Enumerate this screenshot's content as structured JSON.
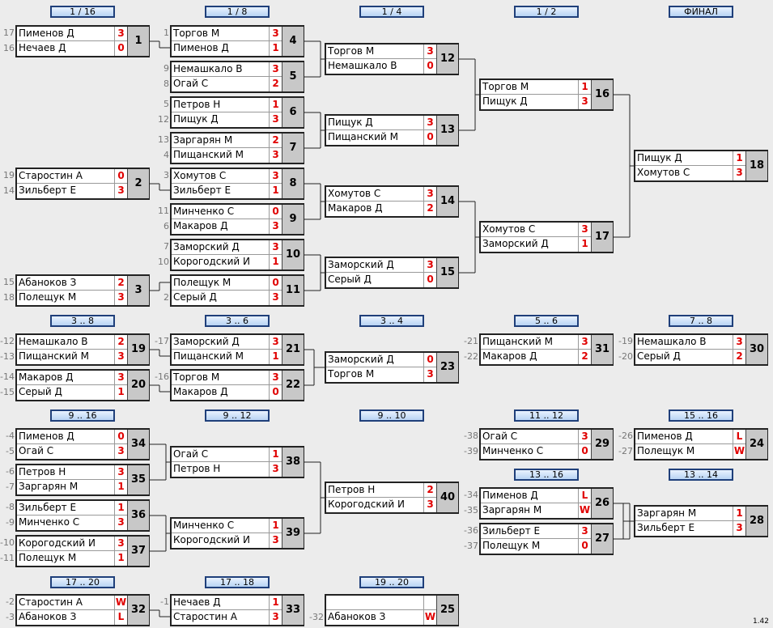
{
  "version": "1.42",
  "headers": [
    "1 / 16",
    "1 / 8",
    "1 / 4",
    "1 / 2",
    "ФИНАЛ",
    "3 .. 8",
    "3 .. 6",
    "3 .. 4",
    "5 .. 6",
    "7 .. 8",
    "9 .. 16",
    "9 .. 12",
    "9 .. 10",
    "11 .. 12",
    "15 .. 16",
    "13 .. 16",
    "13 .. 14",
    "17 .. 20",
    "17 .. 18",
    "19 .. 20"
  ],
  "matches": [
    {
      "num": "1",
      "players": [
        "Пименов Д",
        "Нечаев Д"
      ],
      "scores": [
        "3",
        "0"
      ],
      "seeds": [
        "17",
        "16"
      ]
    },
    {
      "num": "2",
      "players": [
        "Старостин А",
        "Зильберт Е"
      ],
      "scores": [
        "0",
        "3"
      ],
      "seeds": [
        "19",
        "14"
      ]
    },
    {
      "num": "3",
      "players": [
        "Абаноков З",
        "Полещук М"
      ],
      "scores": [
        "2",
        "3"
      ],
      "seeds": [
        "15",
        "18"
      ]
    },
    {
      "num": "4",
      "players": [
        "Торгов М",
        "Пименов Д"
      ],
      "scores": [
        "3",
        "1"
      ],
      "seeds": [
        "1",
        ""
      ]
    },
    {
      "num": "5",
      "players": [
        "Немашкало В",
        "Огай С"
      ],
      "scores": [
        "3",
        "2"
      ],
      "seeds": [
        "9",
        "8"
      ]
    },
    {
      "num": "6",
      "players": [
        "Петров Н",
        "Пищук Д"
      ],
      "scores": [
        "1",
        "3"
      ],
      "seeds": [
        "5",
        "12"
      ]
    },
    {
      "num": "7",
      "players": [
        "Заргарян М",
        "Пищанский М"
      ],
      "scores": [
        "2",
        "3"
      ],
      "seeds": [
        "13",
        "4"
      ]
    },
    {
      "num": "8",
      "players": [
        "Хомутов С",
        "Зильберт Е"
      ],
      "scores": [
        "3",
        "1"
      ],
      "seeds": [
        "3",
        ""
      ]
    },
    {
      "num": "9",
      "players": [
        "Минченко С",
        "Макаров Д"
      ],
      "scores": [
        "0",
        "3"
      ],
      "seeds": [
        "11",
        "6"
      ]
    },
    {
      "num": "10",
      "players": [
        "Заморский Д",
        "Корогодский И"
      ],
      "scores": [
        "3",
        "1"
      ],
      "seeds": [
        "7",
        "10"
      ]
    },
    {
      "num": "11",
      "players": [
        "Полещук М",
        "Серый Д"
      ],
      "scores": [
        "0",
        "3"
      ],
      "seeds": [
        "",
        "2"
      ]
    },
    {
      "num": "12",
      "players": [
        "Торгов М",
        "Немашкало В"
      ],
      "scores": [
        "3",
        "0"
      ],
      "seeds": [
        "",
        ""
      ]
    },
    {
      "num": "13",
      "players": [
        "Пищук Д",
        "Пищанский М"
      ],
      "scores": [
        "3",
        "0"
      ],
      "seeds": [
        "",
        ""
      ]
    },
    {
      "num": "14",
      "players": [
        "Хомутов С",
        "Макаров Д"
      ],
      "scores": [
        "3",
        "2"
      ],
      "seeds": [
        "",
        ""
      ]
    },
    {
      "num": "15",
      "players": [
        "Заморский Д",
        "Серый Д"
      ],
      "scores": [
        "3",
        "0"
      ],
      "seeds": [
        "",
        ""
      ]
    },
    {
      "num": "16",
      "players": [
        "Торгов М",
        "Пищук Д"
      ],
      "scores": [
        "1",
        "3"
      ],
      "seeds": [
        "",
        ""
      ]
    },
    {
      "num": "17",
      "players": [
        "Хомутов С",
        "Заморский Д"
      ],
      "scores": [
        "3",
        "1"
      ],
      "seeds": [
        "",
        ""
      ]
    },
    {
      "num": "18",
      "players": [
        "Пищук Д",
        "Хомутов С"
      ],
      "scores": [
        "1",
        "3"
      ],
      "seeds": [
        "",
        ""
      ]
    },
    {
      "num": "19",
      "players": [
        "Немашкало В",
        "Пищанский М"
      ],
      "scores": [
        "2",
        "3"
      ],
      "seeds": [
        "-12",
        "-13"
      ]
    },
    {
      "num": "20",
      "players": [
        "Макаров Д",
        "Серый Д"
      ],
      "scores": [
        "3",
        "1"
      ],
      "seeds": [
        "-14",
        "-15"
      ]
    },
    {
      "num": "21",
      "players": [
        "Заморский Д",
        "Пищанский М"
      ],
      "scores": [
        "3",
        "1"
      ],
      "seeds": [
        "-17",
        ""
      ]
    },
    {
      "num": "22",
      "players": [
        "Торгов М",
        "Макаров Д"
      ],
      "scores": [
        "3",
        "0"
      ],
      "seeds": [
        "-16",
        ""
      ]
    },
    {
      "num": "23",
      "players": [
        "Заморский Д",
        "Торгов М"
      ],
      "scores": [
        "0",
        "3"
      ],
      "seeds": [
        "",
        ""
      ]
    },
    {
      "num": "31",
      "players": [
        "Пищанский М",
        "Макаров Д"
      ],
      "scores": [
        "3",
        "2"
      ],
      "seeds": [
        "-21",
        "-22"
      ]
    },
    {
      "num": "30",
      "players": [
        "Немашкало В",
        "Серый Д"
      ],
      "scores": [
        "3",
        "2"
      ],
      "seeds": [
        "-19",
        "-20"
      ]
    },
    {
      "num": "34",
      "players": [
        "Пименов Д",
        "Огай С"
      ],
      "scores": [
        "0",
        "3"
      ],
      "seeds": [
        "-4",
        "-5"
      ]
    },
    {
      "num": "35",
      "players": [
        "Петров Н",
        "Заргарян М"
      ],
      "scores": [
        "3",
        "1"
      ],
      "seeds": [
        "-6",
        "-7"
      ]
    },
    {
      "num": "36",
      "players": [
        "Зильберт Е",
        "Минченко С"
      ],
      "scores": [
        "1",
        "3"
      ],
      "seeds": [
        "-8",
        "-9"
      ]
    },
    {
      "num": "37",
      "players": [
        "Корогодский И",
        "Полещук М"
      ],
      "scores": [
        "3",
        "1"
      ],
      "seeds": [
        "-10",
        "-11"
      ]
    },
    {
      "num": "38",
      "players": [
        "Огай С",
        "Петров Н"
      ],
      "scores": [
        "1",
        "3"
      ],
      "seeds": [
        "",
        ""
      ]
    },
    {
      "num": "39",
      "players": [
        "Минченко С",
        "Корогодский И"
      ],
      "scores": [
        "1",
        "3"
      ],
      "seeds": [
        "",
        ""
      ]
    },
    {
      "num": "40",
      "players": [
        "Петров Н",
        "Корогодский И"
      ],
      "scores": [
        "2",
        "3"
      ],
      "seeds": [
        "",
        ""
      ]
    },
    {
      "num": "29",
      "players": [
        "Огай С",
        "Минченко С"
      ],
      "scores": [
        "3",
        "0"
      ],
      "seeds": [
        "-38",
        "-39"
      ]
    },
    {
      "num": "24",
      "players": [
        "Пименов Д",
        "Полещук М"
      ],
      "scores": [
        "L",
        "W"
      ],
      "seeds": [
        "-26",
        "-27"
      ]
    },
    {
      "num": "26",
      "players": [
        "Пименов Д",
        "Заргарян М"
      ],
      "scores": [
        "L",
        "W"
      ],
      "seeds": [
        "-34",
        "-35"
      ]
    },
    {
      "num": "27",
      "players": [
        "Зильберт Е",
        "Полещук М"
      ],
      "scores": [
        "3",
        "0"
      ],
      "seeds": [
        "-36",
        "-37"
      ]
    },
    {
      "num": "28",
      "players": [
        "Заргарян М",
        "Зильберт Е"
      ],
      "scores": [
        "1",
        "3"
      ],
      "seeds": [
        "",
        ""
      ]
    },
    {
      "num": "32",
      "players": [
        "Старостин А",
        "Абаноков З"
      ],
      "scores": [
        "W",
        "L"
      ],
      "seeds": [
        "-2",
        "-3"
      ]
    },
    {
      "num": "33",
      "players": [
        "Нечаев Д",
        "Старостин А"
      ],
      "scores": [
        "1",
        "3"
      ],
      "seeds": [
        "-1",
        ""
      ]
    },
    {
      "num": "25",
      "players": [
        "",
        "Абаноков З"
      ],
      "scores": [
        "",
        "W"
      ],
      "seeds": [
        "",
        "-32"
      ]
    }
  ]
}
